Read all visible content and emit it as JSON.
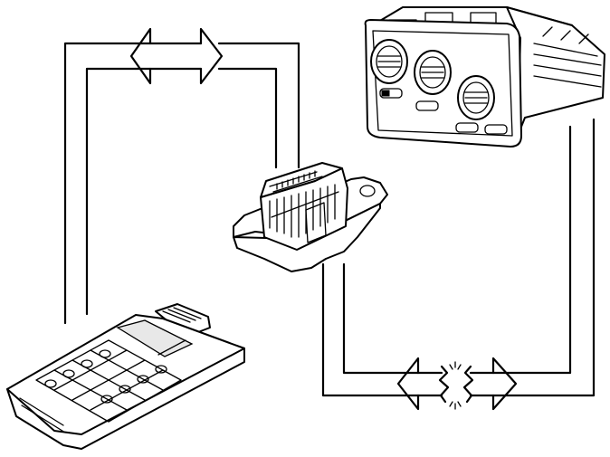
{
  "figure": {
    "components": [
      {
        "id": "scan-tool",
        "icon": "handheld-scan-tool-icon"
      },
      {
        "id": "diagnostic-connector",
        "icon": "diagnostic-connector-icon"
      },
      {
        "id": "control-module",
        "icon": "climate-control-panel-icon"
      }
    ],
    "links": [
      {
        "from": "scan-tool",
        "to": "diagnostic-connector",
        "style": "bidirectional-arrows"
      },
      {
        "from": "diagnostic-connector",
        "to": "control-module",
        "style": "bidirectional-arrows-broken"
      }
    ],
    "colors": {
      "line": "#000000",
      "background": "#ffffff"
    }
  }
}
